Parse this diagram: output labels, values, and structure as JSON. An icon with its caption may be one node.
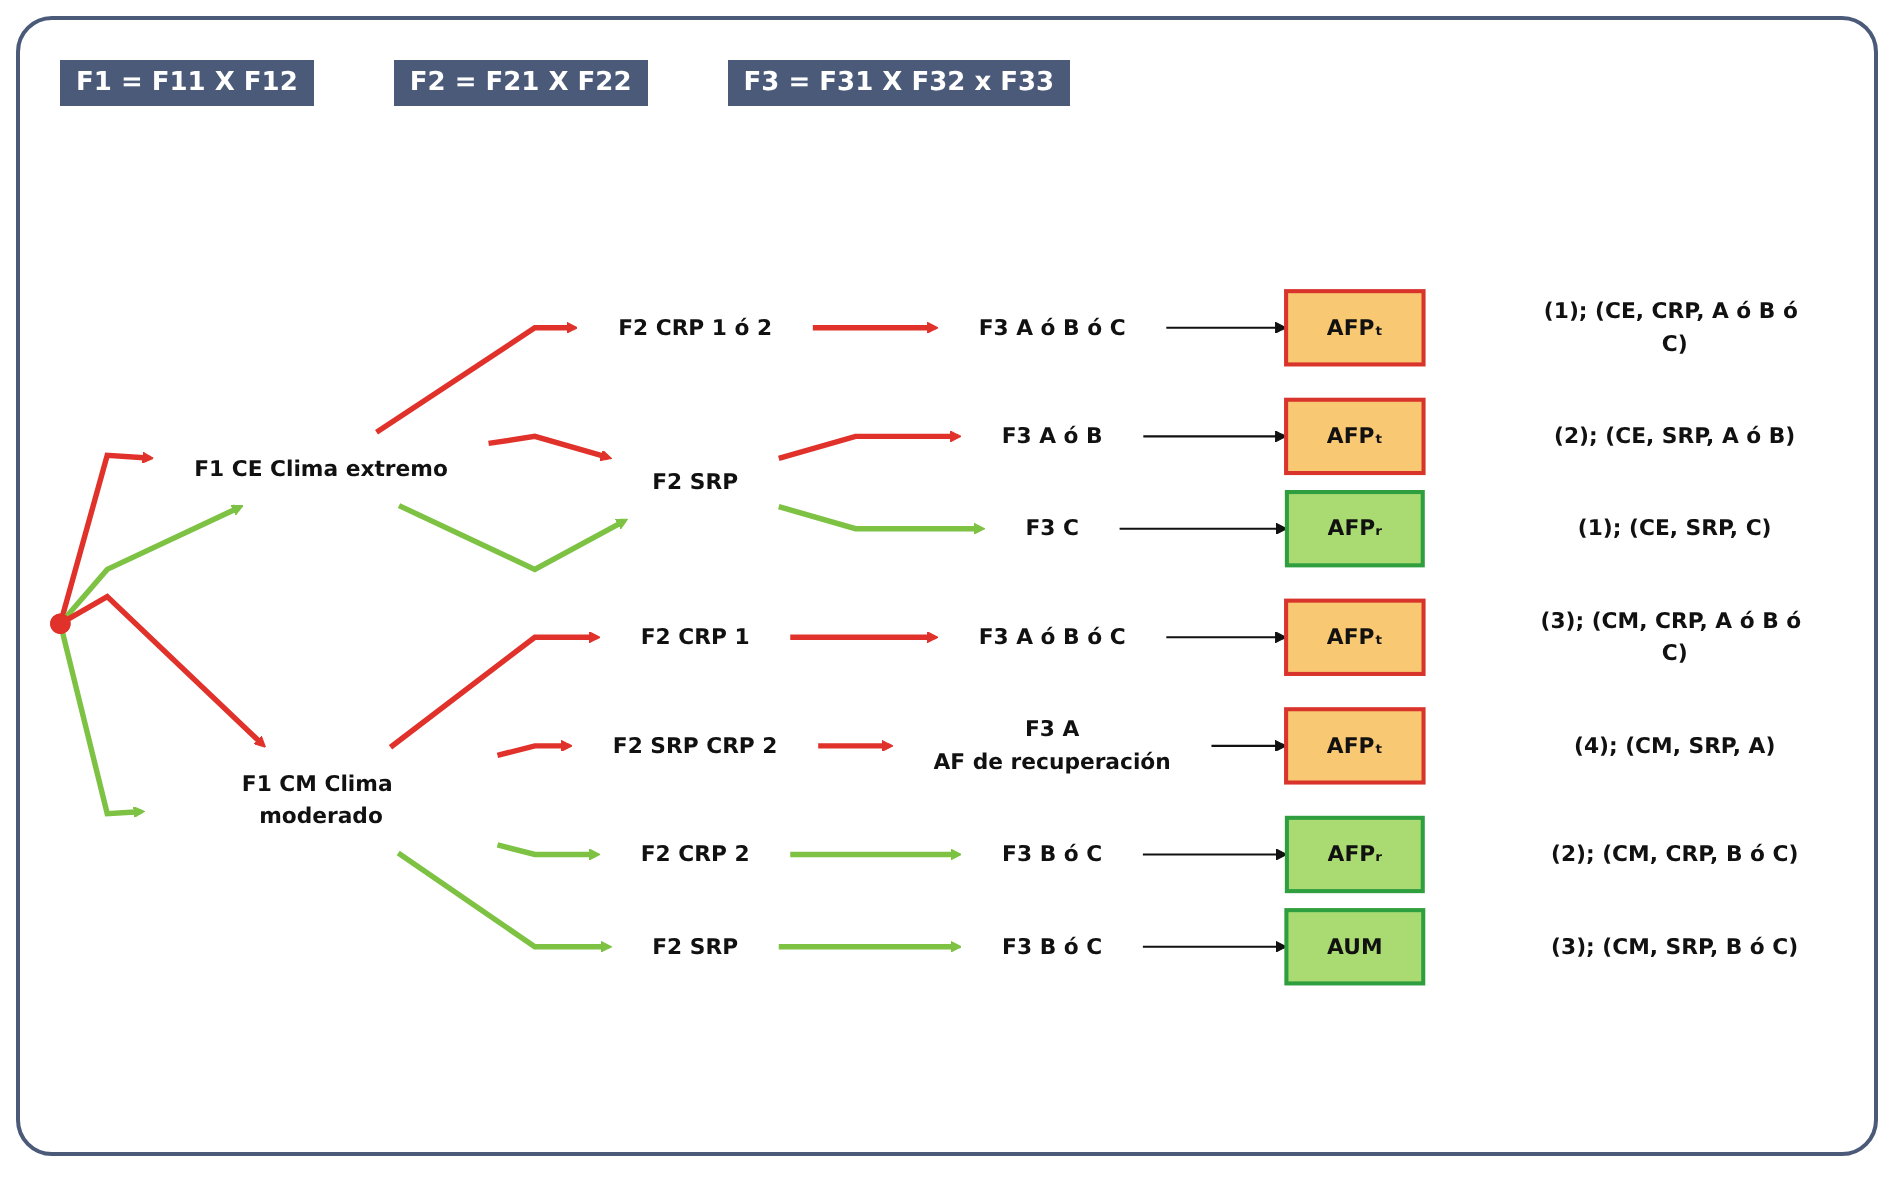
{
  "diagram": {
    "nodes": [
      {
        "text": [],
        "shape": "point"
      },
      {
        "text": [
          "F1 CE Clima extremo"
        ]
      },
      {
        "text": [
          "F1 CM Clima moderado"
        ]
      },
      {
        "text": [
          "F2 CRP 1 ó 2"
        ]
      },
      {
        "text": [
          "F2 SRP"
        ]
      },
      {
        "text": [
          "F2 CRP 1"
        ]
      },
      {
        "text": [
          "F2 SRP CRP 2"
        ]
      },
      {
        "text": [
          "F2 CRP 2"
        ]
      },
      {
        "text": [
          "F2 SRP"
        ]
      },
      {
        "text": [
          "F3 A ó B ó C"
        ]
      },
      {
        "text": [
          "F3 A ó B"
        ]
      },
      {
        "text": [
          "F3 C"
        ]
      },
      {
        "text": [
          "F3 A ó B ó C"
        ]
      },
      {
        "text": [
          "F3 A",
          "AF de recuperación"
        ]
      },
      {
        "text": [
          "F3 B ó C"
        ]
      },
      {
        "text": [
          "F3 B ó C"
        ]
      },
      {
        "text": [
          "AFPₜ"
        ],
        "beside": [
          "(1);",
          "(CE, CRP, A ó B ó C)"
        ]
      },
      {
        "text": [
          "AFPₜ"
        ],
        "beside": [
          "(2);",
          "(CE, SRP, A ó B)"
        ]
      },
      {
        "text": [
          "AFPᵣ"
        ],
        "beside": [
          "(1);",
          "(CE, SRP, C)"
        ]
      },
      {
        "text": [
          "AFPₜ"
        ],
        "beside": [
          "(3);",
          "(CM, CRP, A ó B ó C)"
        ]
      },
      {
        "text": [
          "AFPₜ"
        ],
        "beside": [
          "(4);",
          "(CM, SRP, A)"
        ]
      },
      {
        "text": [
          "AFPᵣ"
        ],
        "beside": [
          "(2);",
          "(CM, CRP, B ó C)"
        ]
      },
      {
        "text": [
          "AUM"
        ],
        "beside": [
          "(3);",
          "(CM, SRP, B ó C)"
        ]
      }
    ],
    "edges": [
      {
        "from": 0,
        "to": 1,
        "arrow": "to",
        "color": "#e0322a"
      },
      {
        "from": 0,
        "to": 1,
        "arrow": "to",
        "color": "#7dc243"
      },
      {
        "from": 0,
        "to": 2,
        "arrow": "to",
        "color": "#e0322a"
      },
      {
        "from": 0,
        "to": 2,
        "arrow": "to",
        "color": "#7dc243"
      },
      {
        "from": 1,
        "to": 3,
        "arrow": "to",
        "color": "#e0322a"
      },
      {
        "from": 1,
        "to": 4,
        "arrow": "to",
        "color": "#e0322a"
      },
      {
        "from": 1,
        "to": 4,
        "arrow": "to",
        "color": "#7dc243"
      },
      {
        "from": 2,
        "to": 5,
        "arrow": "to",
        "color": "#e0322a"
      },
      {
        "from": 2,
        "to": 6,
        "arrow": "to",
        "color": "#e0322a"
      },
      {
        "from": 2,
        "to": 7,
        "arrow": "to",
        "color": "#7dc243"
      },
      {
        "from": 2,
        "to": 8,
        "arrow": "to",
        "color": "#7dc243"
      },
      {
        "from": 3,
        "to": 9,
        "arrow": "to",
        "color": "#e0322a"
      },
      {
        "from": 4,
        "to": 10,
        "arrow": "to",
        "color": "#e0322a"
      },
      {
        "from": 4,
        "to": 11,
        "arrow": "to",
        "color": "#7dc243"
      },
      {
        "from": 5,
        "to": 12,
        "arrow": "to",
        "color": "#e0322a"
      },
      {
        "from": 6,
        "to": 13,
        "arrow": "to",
        "color": "#e0322a"
      },
      {
        "from": 7,
        "to": 14,
        "arrow": "to",
        "color": "#7dc243"
      },
      {
        "from": 8,
        "to": 15,
        "arrow": "to",
        "color": "#7dc243"
      },
      {
        "from": 9,
        "to": 16,
        "arrow": "to",
        "color": "#111111"
      },
      {
        "from": 10,
        "to": 17,
        "arrow": "to",
        "color": "#111111"
      },
      {
        "from": 11,
        "to": 18,
        "arrow": "to",
        "color": "#111111"
      },
      {
        "from": 12,
        "to": 19,
        "arrow": "to",
        "color": "#111111"
      },
      {
        "from": 13,
        "to": 20,
        "arrow": "to",
        "color": "#111111"
      },
      {
        "from": 14,
        "to": 21,
        "arrow": "to",
        "color": "#111111"
      },
      {
        "from": 15,
        "to": 22,
        "arrow": "to",
        "color": "#111111"
      }
    ],
    "labels": [
      "F1 = F11 X F12",
      "F2 = F21 X F22",
      "F3 = F31 X F32 x F33"
    ]
  }
}
